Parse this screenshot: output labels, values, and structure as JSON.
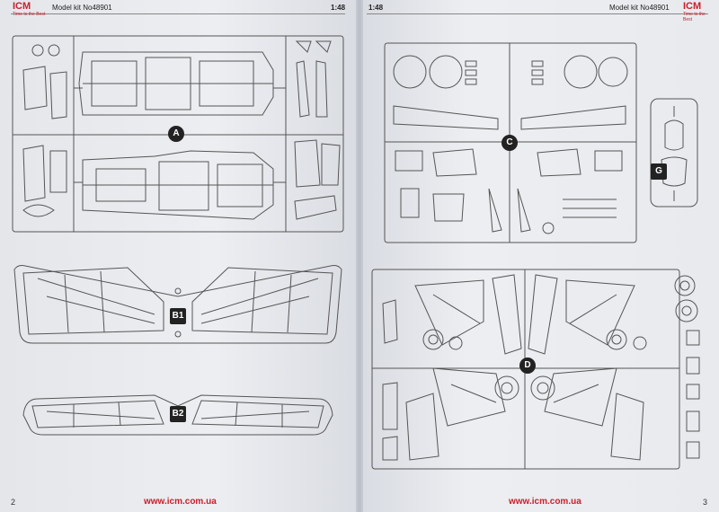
{
  "left_page": {
    "logo": "ICM",
    "logo_tagline": "Time to the Best",
    "kit_label": "Model kit No48901",
    "scale": "1:48",
    "website": "www.icm.com.ua",
    "page_number": "2",
    "sprue_labels": {
      "a": "A",
      "b1": "B1",
      "b2": "B2"
    }
  },
  "right_page": {
    "logo": "ICM",
    "logo_tagline": "Time to the Best",
    "kit_label": "Model kit No48901",
    "scale": "1:48",
    "website": "www.icm.com.ua",
    "page_number": "3",
    "sprue_labels": {
      "c": "C",
      "g": "G",
      "d": "D"
    }
  }
}
